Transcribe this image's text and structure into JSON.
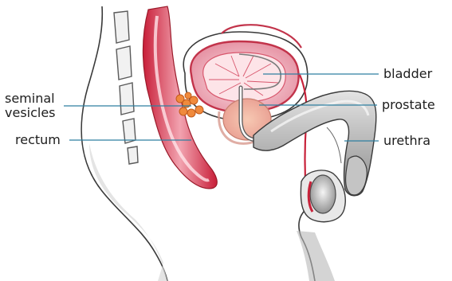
{
  "labels": {
    "seminal_vesicles_line1": "seminal",
    "seminal_vesicles_line2": "vesicles",
    "rectum": "rectum",
    "bladder": "bladder",
    "prostate": "prostate",
    "urethra": "urethra"
  },
  "colors": {
    "leader_line": "#2f7fa0",
    "tissue_red": "#d23a4a",
    "tissue_pink": "#f2a9b4",
    "vesicle_orange": "#f08a3c",
    "outline": "#3a3a3a",
    "shading_gray": "#9a9a9a"
  }
}
